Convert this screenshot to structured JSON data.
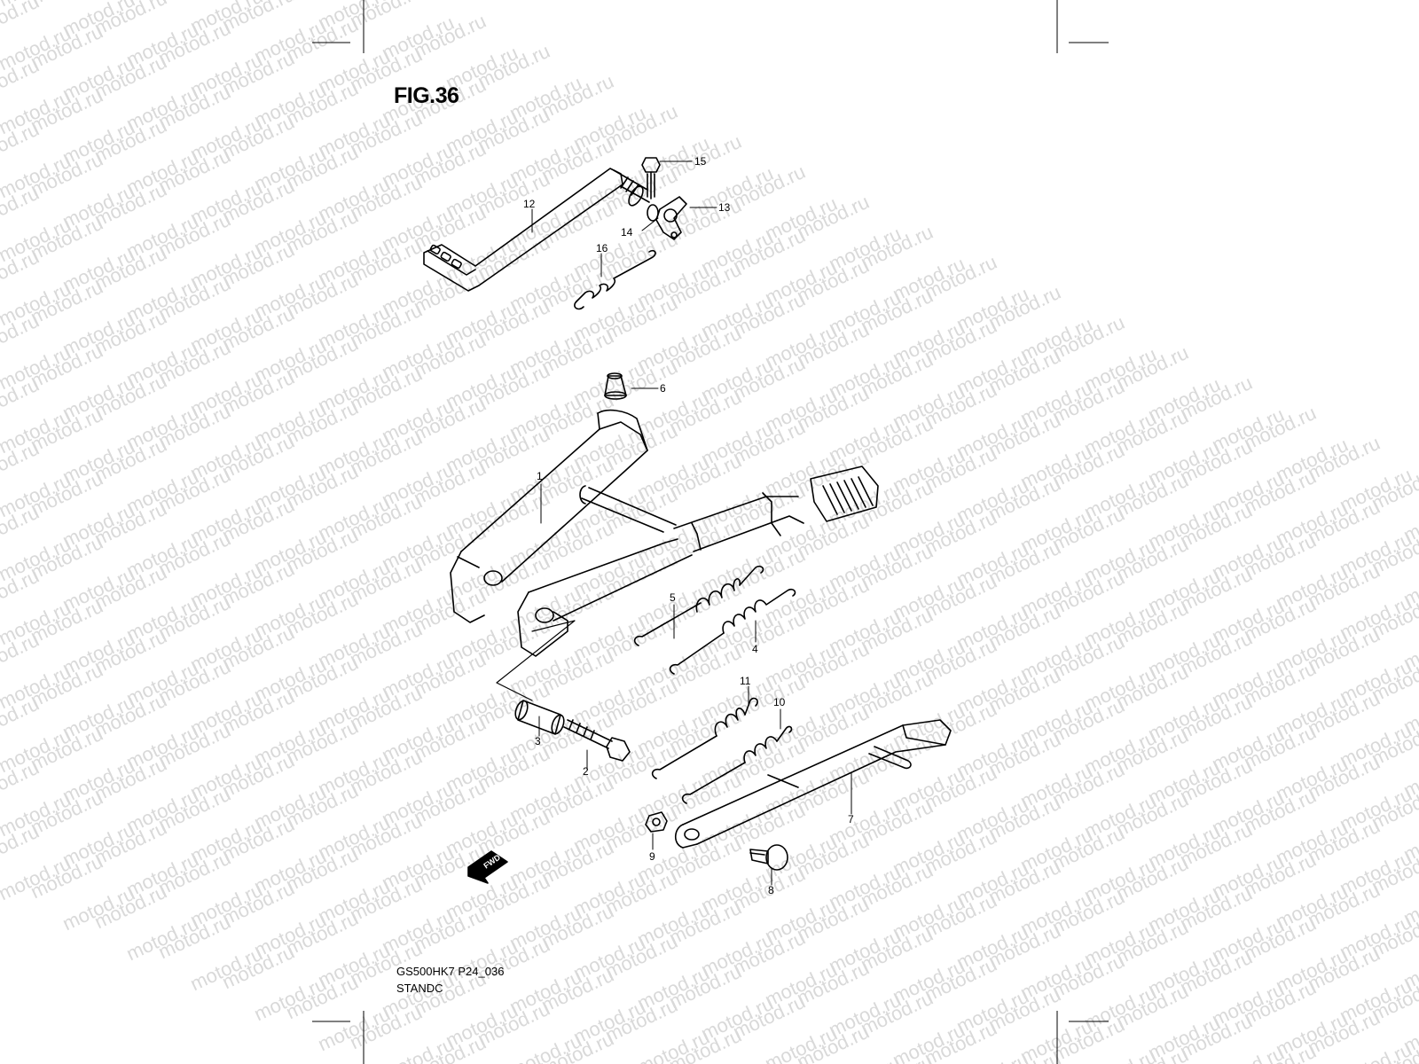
{
  "figure": {
    "title": "FIG.36",
    "model_code": "GS500HK7 P24_036",
    "section": "STANDC",
    "watermark": "motod.ru",
    "fwd_label": "FWD"
  },
  "callouts": [
    {
      "id": "callout-1",
      "text": "1"
    },
    {
      "id": "callout-2",
      "text": "2"
    },
    {
      "id": "callout-3",
      "text": "3"
    },
    {
      "id": "callout-4",
      "text": "4"
    },
    {
      "id": "callout-5",
      "text": "5"
    },
    {
      "id": "callout-6",
      "text": "6"
    },
    {
      "id": "callout-7",
      "text": "7"
    },
    {
      "id": "callout-8",
      "text": "8"
    },
    {
      "id": "callout-9",
      "text": "9"
    },
    {
      "id": "callout-10",
      "text": "10"
    },
    {
      "id": "callout-11",
      "text": "11"
    },
    {
      "id": "callout-12",
      "text": "12"
    },
    {
      "id": "callout-13",
      "text": "13"
    },
    {
      "id": "callout-14",
      "text": "14"
    },
    {
      "id": "callout-15",
      "text": "15"
    },
    {
      "id": "callout-16",
      "text": "16"
    }
  ],
  "colors": {
    "ink": "#000000",
    "watermark": "#d9d9d9",
    "paper": "#ffffff"
  }
}
